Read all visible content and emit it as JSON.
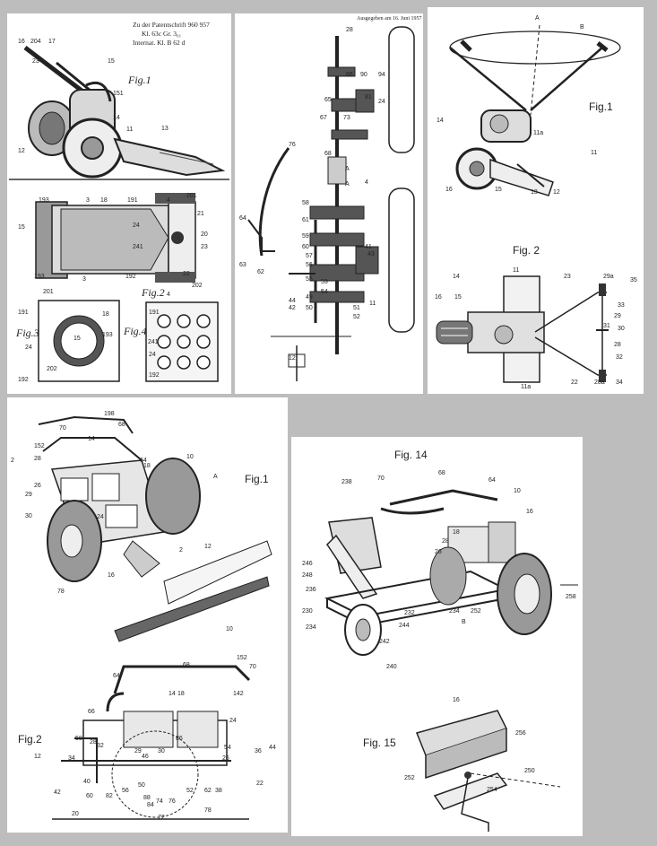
{
  "panel_a": {
    "header_line1": "Zu der Patentschrift 960 957",
    "header_line2": "Kl. 63c Gr. 3₀₁",
    "header_line3": "Internat. Kl. B 62 d",
    "fig1": "Fig.1",
    "fig2": "Fig.2",
    "fig3": "Fig.3",
    "fig4": "Fig.4",
    "labels": [
      "16",
      "204",
      "17",
      "23",
      "15",
      "151",
      "14",
      "11",
      "12",
      "13",
      "193",
      "3",
      "18",
      "191",
      "4",
      "201",
      "21",
      "15",
      "24",
      "20",
      "241",
      "23",
      "193",
      "192",
      "22",
      "3",
      "202",
      "4",
      "201",
      "191",
      "18",
      "193",
      "15",
      "24",
      "202",
      "192",
      "191",
      "241",
      "24",
      "192"
    ]
  },
  "panel_b": {
    "header": "Ausgegeben am 16. Juni 1957",
    "labels": [
      "28",
      "66",
      "90",
      "94",
      "81",
      "24",
      "65",
      "67",
      "73",
      "76",
      "68",
      "64",
      "63",
      "62",
      "61",
      "59",
      "60",
      "58",
      "57",
      "56",
      "55",
      "53",
      "54",
      "49",
      "50",
      "51",
      "52",
      "44",
      "42",
      "43",
      "41",
      "12",
      "11",
      "4",
      "A",
      "A"
    ]
  },
  "panel_c": {
    "fig1": "Fig.1",
    "fig2": "Fig. 2",
    "labels": [
      "A",
      "B",
      "14",
      "11a",
      "11",
      "16",
      "15",
      "13",
      "12",
      "14",
      "11",
      "23",
      "29a",
      "35",
      "33",
      "29",
      "31",
      "30",
      "28",
      "32",
      "16",
      "15",
      "22",
      "28a",
      "34",
      "11a"
    ]
  },
  "panel_d": {
    "fig1": "Fig.1",
    "fig2": "Fig.2",
    "labels": [
      "198",
      "68",
      "70",
      "14",
      "64",
      "18",
      "10",
      "A",
      "152",
      "28",
      "2",
      "26",
      "29",
      "24",
      "30",
      "12",
      "2",
      "16",
      "78",
      "10",
      "152",
      "70",
      "68",
      "64",
      "14",
      "142",
      "18",
      "66",
      "24",
      "58",
      "28",
      "32",
      "29",
      "46",
      "86",
      "30",
      "54",
      "26",
      "36",
      "12",
      "34",
      "42",
      "40",
      "50",
      "56",
      "88",
      "84",
      "74",
      "76",
      "52",
      "62",
      "38",
      "44",
      "22",
      "20",
      "60",
      "82",
      "72",
      "78"
    ]
  },
  "panel_e": {
    "fig14": "Fig. 14",
    "fig15": "Fig. 15",
    "labels": [
      "238",
      "70",
      "68",
      "64",
      "10",
      "16",
      "18",
      "28",
      "26",
      "246",
      "248",
      "236",
      "230",
      "234",
      "232",
      "244",
      "234",
      "B",
      "252",
      "258",
      "242",
      "240",
      "16",
      "256",
      "252",
      "254",
      "250"
    ]
  }
}
